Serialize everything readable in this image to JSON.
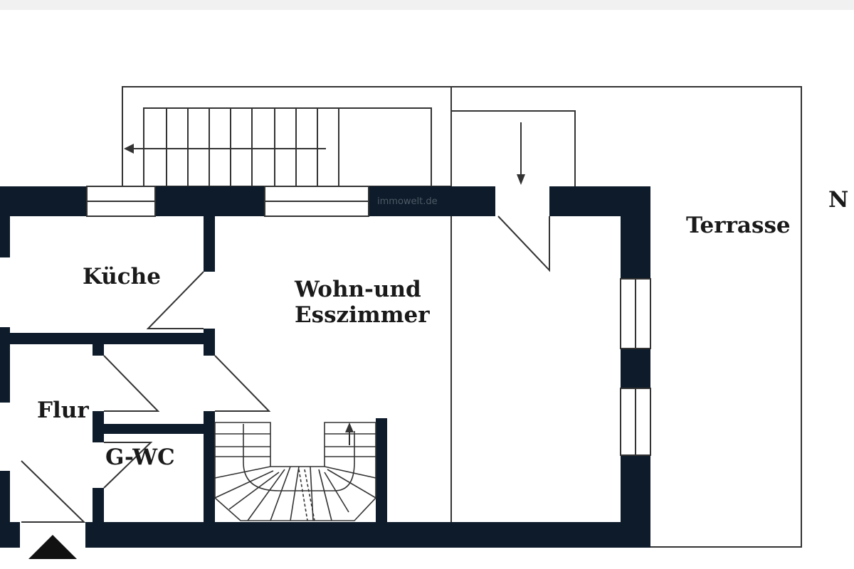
{
  "labels": {
    "kueche": "Küche",
    "wohn": "Wohn-und\nEsszimmer",
    "flur": "Flur",
    "gwc": "G-WC",
    "terrasse": "Terrasse",
    "north": "N"
  },
  "watermark": "immowelt.de",
  "colors": {
    "wall": "#0d1b2a",
    "line": "#333333",
    "background": "#ffffff"
  }
}
